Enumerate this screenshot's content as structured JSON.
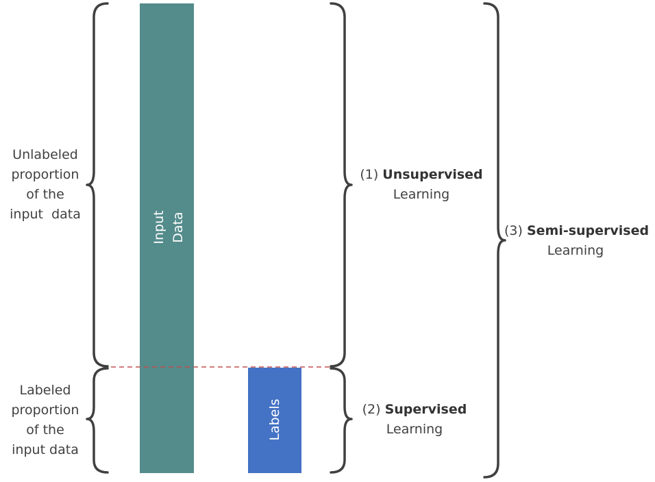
{
  "left_labels": {
    "unlabeled": [
      "Unlabeled",
      "proportion",
      "of the",
      "input  data"
    ],
    "labeled": [
      "Labeled",
      "proportion",
      "of the",
      "input data"
    ]
  },
  "bars": {
    "input_data": {
      "lines": [
        "Input",
        "Data"
      ],
      "color": "#548b8b"
    },
    "labels": {
      "text": "Labels",
      "color": "#4472c4"
    }
  },
  "right_labels": {
    "unsupervised": {
      "prefix": "(1) ",
      "bold": "Unsupervised",
      "line2": "Learning"
    },
    "supervised": {
      "prefix": "(2) ",
      "bold": "Supervised",
      "line2": "Learning"
    },
    "semi_supervised": {
      "prefix": "(3) ",
      "bold": "Semi-supervised",
      "line2": "Learning"
    }
  },
  "colors": {
    "brace": "#404040",
    "divider": "#c0504d"
  }
}
